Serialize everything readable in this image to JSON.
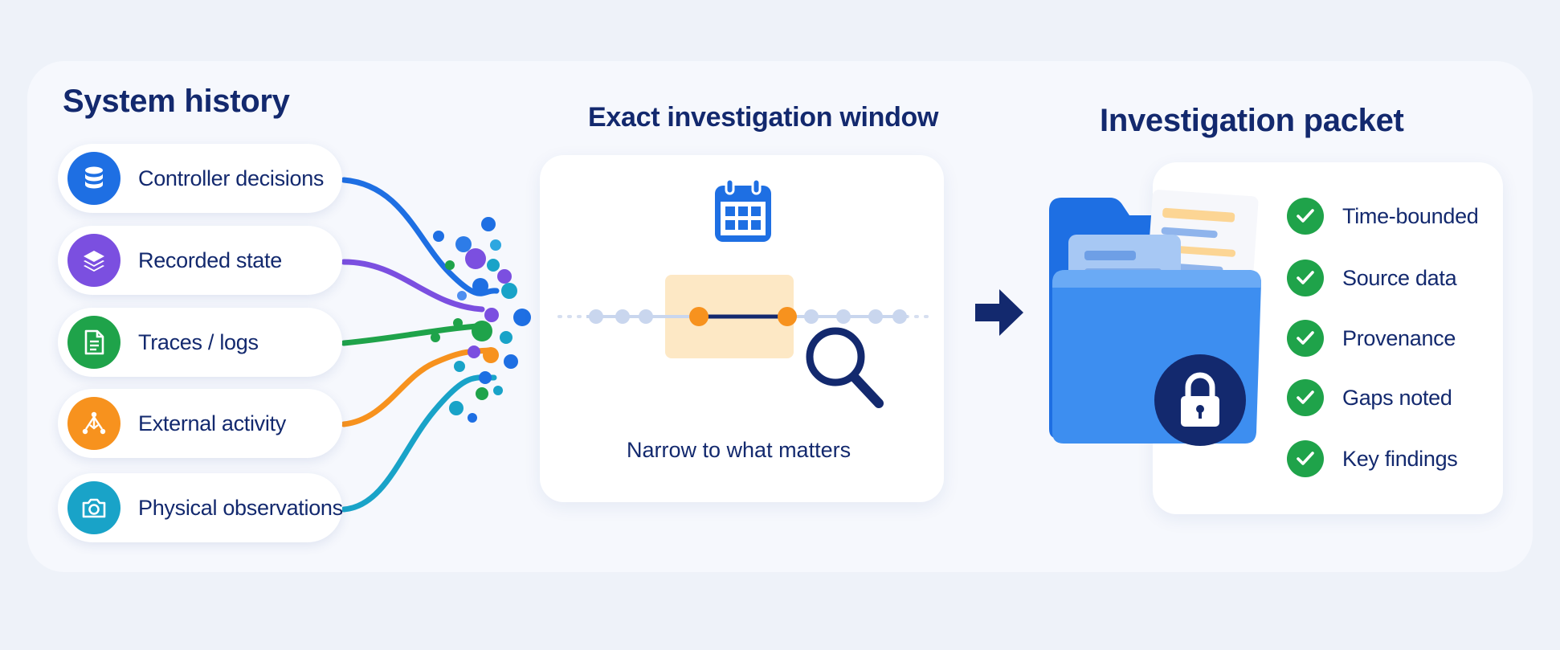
{
  "system_history": {
    "title": "System history",
    "sources": [
      {
        "label": "Controller decisions",
        "icon": "database-icon",
        "color": "#1e6fe3"
      },
      {
        "label": "Recorded state",
        "icon": "layers-icon",
        "color": "#7b4fe0"
      },
      {
        "label": "Traces / logs",
        "icon": "document-icon",
        "color": "#1fa34a"
      },
      {
        "label": "External activity",
        "icon": "network-icon",
        "color": "#f7921e"
      },
      {
        "label": "Physical observations",
        "icon": "camera-icon",
        "color": "#19a3c8"
      }
    ]
  },
  "investigation_window": {
    "title": "Exact investigation window",
    "caption": "Narrow to what matters",
    "icons": [
      "calendar-icon",
      "magnifier-icon"
    ],
    "highlight_color": "#f7921e"
  },
  "investigation_packet": {
    "title": "Investigation packet",
    "icons": [
      "folder-icon",
      "lock-icon",
      "arrow-right-icon"
    ],
    "checklist": [
      {
        "label": "Time-bounded"
      },
      {
        "label": "Source data"
      },
      {
        "label": "Provenance"
      },
      {
        "label": "Gaps noted"
      },
      {
        "label": "Key findings"
      }
    ],
    "check_color": "#1fa34a"
  }
}
